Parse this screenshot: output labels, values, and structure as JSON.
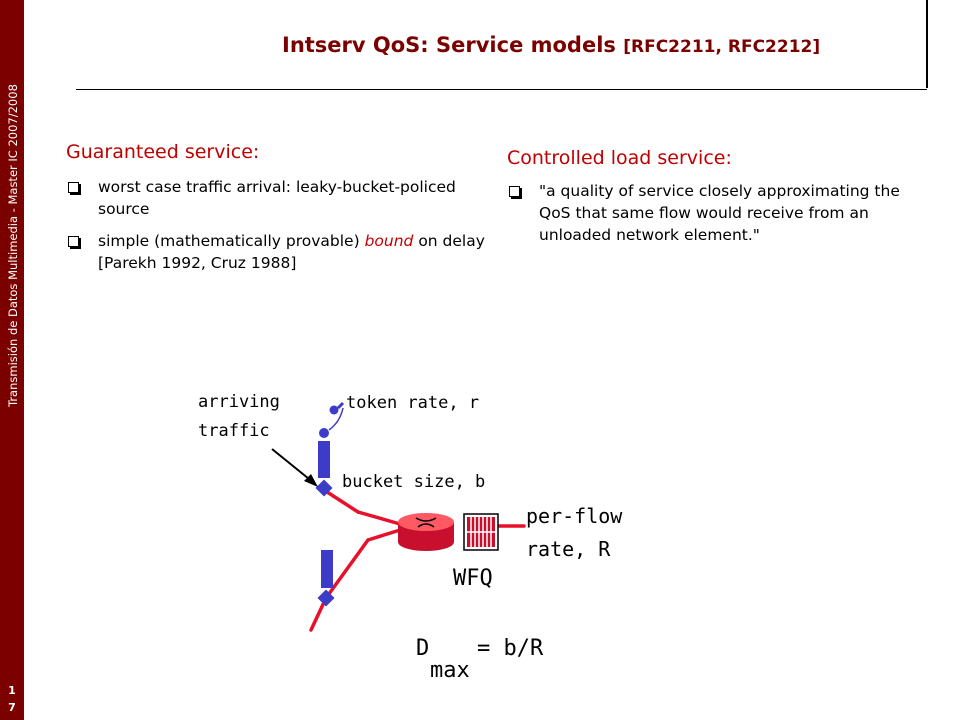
{
  "sidebar": {
    "vertical_text": "Transmisión de Datos Multimedia - Master IC 2007/2008",
    "slide_number_digits": [
      "1",
      "7"
    ],
    "color": "#7b0000"
  },
  "slide": {
    "title_main": "Intserv QoS: Service models ",
    "title_ref": "[RFC2211, RFC2212]",
    "title_color": "#7b0000"
  },
  "left_column": {
    "heading": "Guaranteed service:",
    "bullets": [
      {
        "text": "worst case traffic arrival: leaky-bucket-policed source"
      },
      {
        "before": "simple (mathematically provable) ",
        "emphasis": "bound",
        "after": " on delay [Parekh 1992, Cruz 1988]"
      }
    ]
  },
  "right_column": {
    "heading": "Controlled load service:",
    "bullets": [
      {
        "text": "\"a quality of service closely approximating the QoS that same flow would receive from an unloaded network element.\""
      }
    ]
  },
  "diagram": {
    "label_arriving": "arriving",
    "label_traffic": "traffic",
    "label_token_rate": "token rate, r",
    "label_bucket_size": "bucket size, b",
    "label_per_flow": "per-flow",
    "label_rate": "rate, R",
    "label_wfq": "WFQ",
    "formula_d": "D",
    "formula_max": "max",
    "formula_rest": "= b/R",
    "colors": {
      "link": "#e8102a",
      "token": "#3c3cc8",
      "router": "#c8102e",
      "queue": "#c8102e"
    }
  }
}
